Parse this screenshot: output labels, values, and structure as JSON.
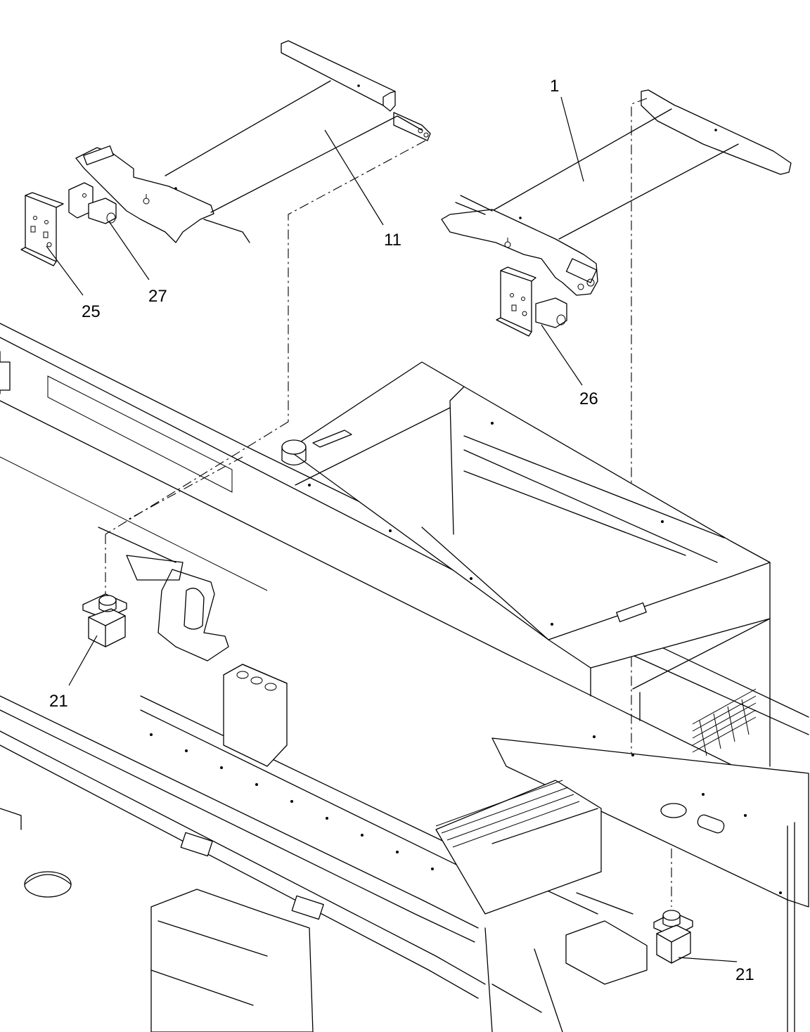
{
  "callouts": {
    "c1": "1",
    "c11": "11",
    "c25": "25",
    "c27": "27",
    "c26": "26",
    "c21_left": "21",
    "c21_right": "21"
  }
}
